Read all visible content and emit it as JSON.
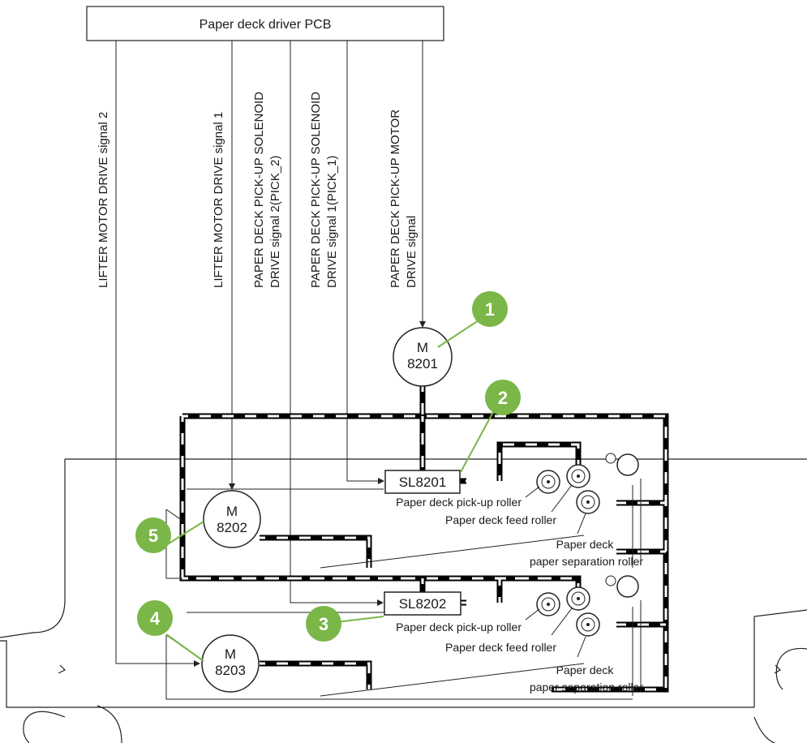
{
  "pcb": {
    "label": "Paper deck driver PCB"
  },
  "signals": {
    "lifter2": [
      "LIFTER MOTOR DRIVE signal 2"
    ],
    "lifter1": [
      "LIFTER MOTOR DRIVE signal 1"
    ],
    "solenoid2": [
      "PAPER DECK PICK-UP SOLENOID",
      "DRIVE signal 2(PICK_2)"
    ],
    "solenoid1": [
      "PAPER DECK PICK-UP SOLENOID",
      "DRIVE signal 1(PICK_1)"
    ],
    "pickup_motor": [
      "PAPER DECK PICK-UP MOTOR",
      "DRIVE signal"
    ]
  },
  "motors": {
    "m8201": {
      "top": "M",
      "bottom": "8201"
    },
    "m8202": {
      "top": "M",
      "bottom": "8202"
    },
    "m8203": {
      "top": "M",
      "bottom": "8203"
    }
  },
  "solenoids": {
    "sl8201": "SL8201",
    "sl8202": "SL8202"
  },
  "rollers": {
    "upper": {
      "pickup": "Paper deck pick-up roller",
      "feed": "Paper deck feed roller",
      "separation": [
        "Paper deck",
        "paper separation roller"
      ]
    },
    "lower": {
      "pickup": "Paper deck pick-up roller",
      "feed": "Paper deck feed roller",
      "separation": [
        "Paper deck",
        "paper separation roller"
      ]
    }
  },
  "callouts": [
    "1",
    "2",
    "3",
    "4",
    "5"
  ],
  "colors": {
    "callout": "#7ab648",
    "line": "#222222",
    "shaft": "#000000"
  }
}
